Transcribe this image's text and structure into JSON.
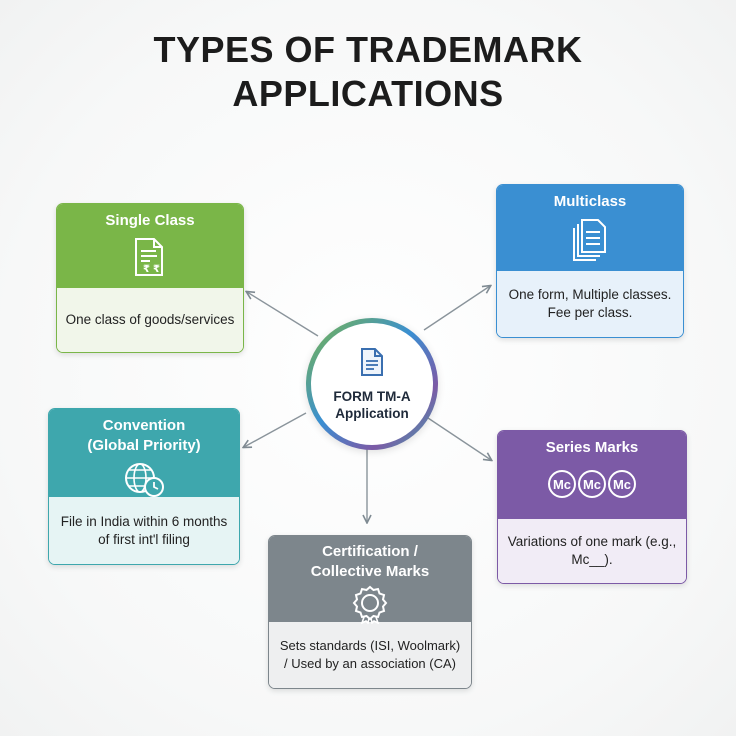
{
  "title": {
    "line1": "TYPES OF TRADEMARK",
    "line2": "APPLICATIONS"
  },
  "hub": {
    "line1": "FORM TM-A",
    "line2": "Application",
    "icon": "document-icon"
  },
  "cards": {
    "single": {
      "title": "Single Class",
      "description": "One class of goods/services",
      "icon": "document-rupee-icon",
      "color": "#7ab648"
    },
    "multi": {
      "title": "Multiclass",
      "description": "One form, Multiple classes. Fee per class.",
      "icon": "stacked-documents-icon",
      "color": "#3a8fd2"
    },
    "convention": {
      "title_line1": "Convention",
      "title_line2": "(Global Priority)",
      "description": "File in India within 6 months of first int'l filing",
      "icon": "globe-clock-icon",
      "color": "#3ea7ad"
    },
    "series": {
      "title": "Series Marks",
      "description": "Variations of one mark (e.g., Mc__).",
      "icon": "linked-marks-icon",
      "icon_text": [
        "Mc",
        "Mc",
        "Mc"
      ],
      "color": "#7c5aa6"
    },
    "cert": {
      "title_line1": "Certification /",
      "title_line2": "Collective Marks",
      "description": "Sets standards (ISI, Woolmark) / Used by an association (CA)",
      "icon": "seal-icon",
      "color": "#7d868c"
    }
  }
}
